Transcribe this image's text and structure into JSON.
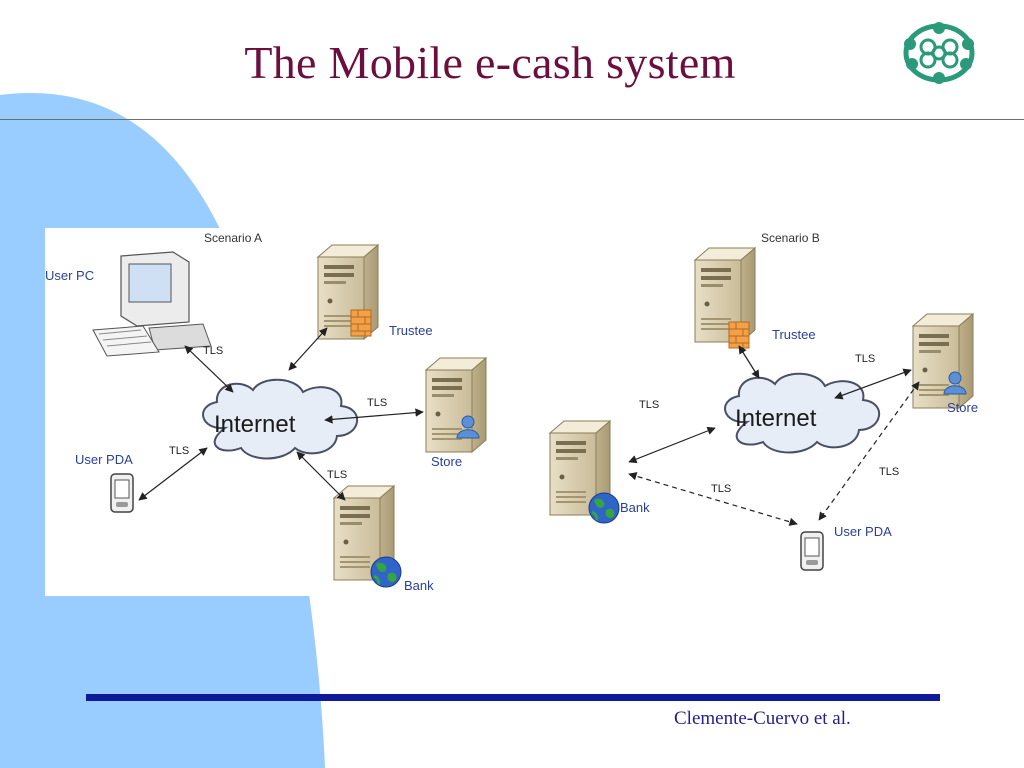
{
  "slide": {
    "title": "The Mobile e-cash system",
    "footer": "Clemente-Cuervo et al."
  },
  "logo": {
    "icon": "institution-seal-logo"
  },
  "diagram": {
    "scenario_a": {
      "label": "Scenario A",
      "cloud": "Internet",
      "nodes": {
        "user_pc": "User PC",
        "user_pda": "User PDA",
        "trustee": "Trustee",
        "store": "Store",
        "bank": "Bank"
      },
      "links": {
        "pc_internet": "TLS",
        "pda_internet": "TLS",
        "store_internet": "TLS",
        "bank_internet": "TLS"
      }
    },
    "scenario_b": {
      "label": "Scenario B",
      "cloud": "Internet",
      "nodes": {
        "trustee": "Trustee",
        "store": "Store",
        "bank": "Bank",
        "user_pda": "User PDA"
      },
      "links": {
        "bank_internet": "TLS",
        "store_internet": "TLS",
        "bank_pda": "TLS",
        "store_pda": "TLS"
      }
    }
  },
  "colors": {
    "title": "#6b0f3f",
    "background_shape": "#99ccff",
    "bottom_rule": "#0f1a9a",
    "node_label": "#2a3f9a"
  }
}
